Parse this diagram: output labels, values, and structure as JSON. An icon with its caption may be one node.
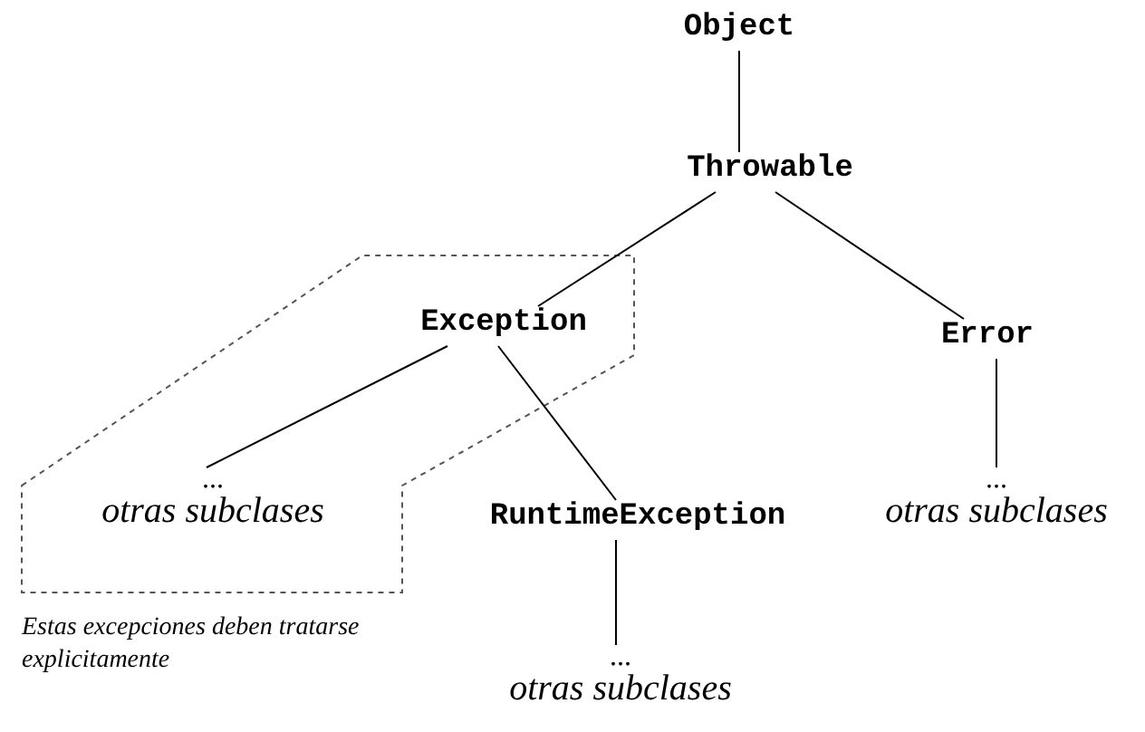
{
  "diagram": {
    "nodes": [
      {
        "text": [
          "Object"
        ]
      },
      {
        "text": [
          "Throwable"
        ]
      },
      {
        "text": [
          "Exception"
        ]
      },
      {
        "text": [
          "Error"
        ]
      },
      {
        "text": [
          "... otras subclases"
        ]
      },
      {
        "text": [
          "RuntimeException"
        ]
      },
      {
        "text": [
          "... otras subclases"
        ]
      },
      {
        "text": [
          "... otras subclases"
        ]
      }
    ],
    "edges": [
      {
        "from": 0,
        "to": 1,
        "arrow": "none"
      },
      {
        "from": 1,
        "to": 2,
        "arrow": "none"
      },
      {
        "from": 1,
        "to": 3,
        "arrow": "none"
      },
      {
        "from": 2,
        "to": 4,
        "arrow": "none"
      },
      {
        "from": 2,
        "to": 5,
        "arrow": "none"
      },
      {
        "from": 3,
        "to": 6,
        "arrow": "none"
      },
      {
        "from": 5,
        "to": 7,
        "arrow": "none"
      }
    ],
    "labels": [
      "Estas excepciones deben tratarse explicitamente"
    ]
  }
}
